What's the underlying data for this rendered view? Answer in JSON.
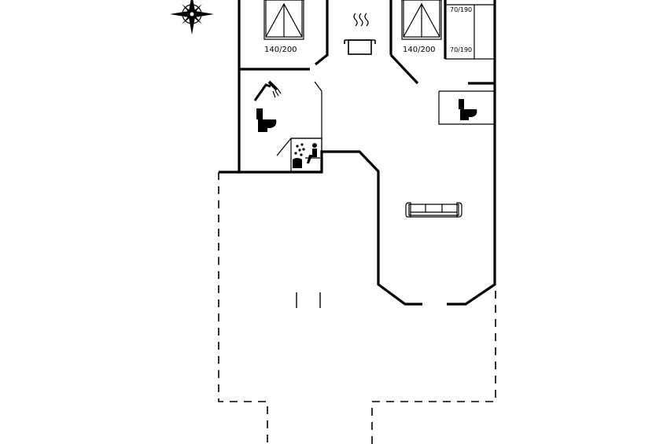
{
  "labels": {
    "bed_left": "140/200",
    "bed_right": "140/200",
    "bunk_top": "70/190",
    "bunk_bottom": "70/190"
  },
  "icons": [
    "compass-rose-icon",
    "cooking-pot-icon",
    "shower-icon",
    "toilet-icon",
    "sauna-icon",
    "sofa-icon",
    "double-bed-icon",
    "single-bed-icon"
  ],
  "colors": {
    "ink": "#000000",
    "background": "#ffffff"
  }
}
